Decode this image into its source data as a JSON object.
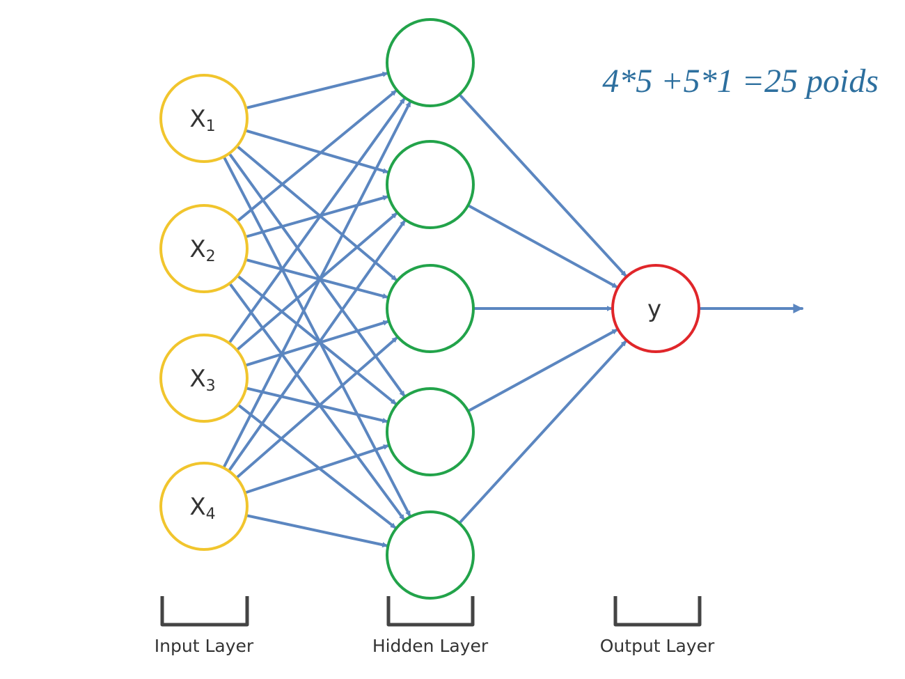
{
  "formula": "4*5 +5*1 =25 poids",
  "colors": {
    "input": "#f1c52d",
    "hidden": "#22a34a",
    "output": "#e0262a",
    "edge": "#5b86c0",
    "formula": "#2d6f9e",
    "bracket": "#444444"
  },
  "layers": {
    "input": {
      "label": "Input Layer",
      "nodes": [
        {
          "main": "X",
          "sub": "1"
        },
        {
          "main": "X",
          "sub": "2"
        },
        {
          "main": "X",
          "sub": "3"
        },
        {
          "main": "X",
          "sub": "4"
        }
      ]
    },
    "hidden": {
      "label": "Hidden Layer",
      "count": 5
    },
    "output": {
      "label": "Output Layer",
      "nodes": [
        {
          "main": "y",
          "sub": ""
        }
      ]
    }
  }
}
